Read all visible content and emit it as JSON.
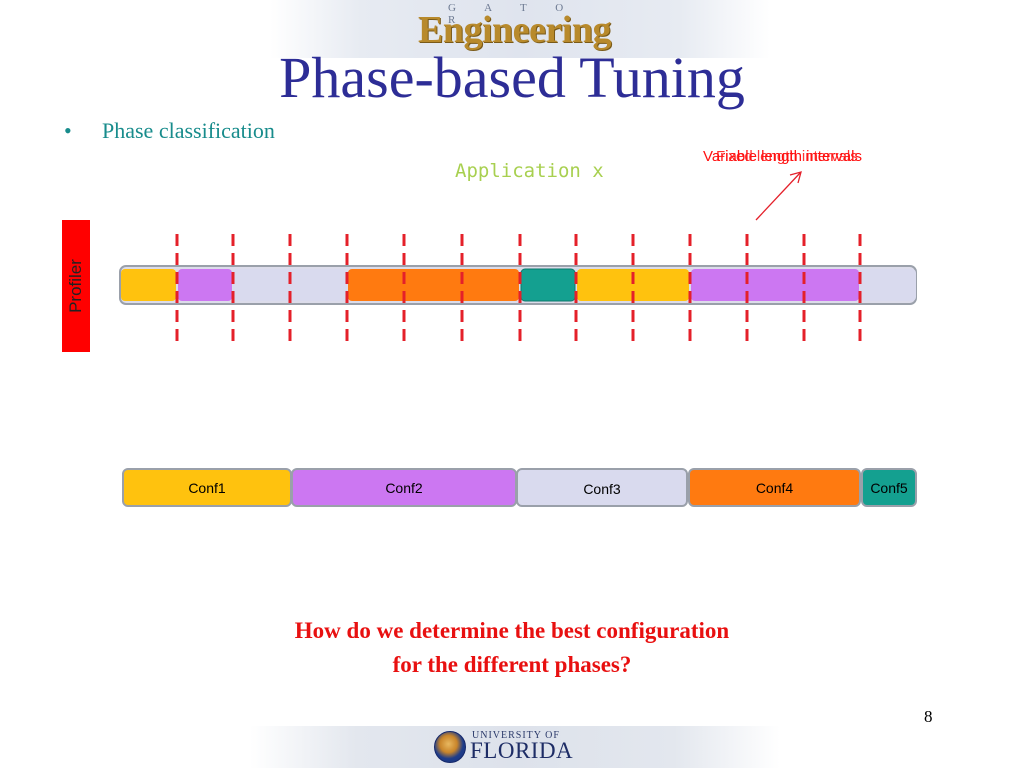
{
  "header": {
    "logo_small_text": "G A T O R",
    "logo_text": "Engineering",
    "title": "Phase-based Tuning"
  },
  "bullet": {
    "marker": "•",
    "text": "Phase classification"
  },
  "diagram": {
    "app_label": "Application x",
    "profiler_label": "Profiler",
    "interval_labels": [
      "Variable length intervals",
      "Fixed length intervals"
    ],
    "colors": {
      "yellow": "#ffc20e",
      "purple": "#cc77f2",
      "lavender": "#d9daee",
      "orange": "#ff7a10",
      "teal": "#14a090",
      "divider": "#e4202a",
      "arrow": "#e4202a",
      "border": "#9aa0aa"
    },
    "timeline_segments": [
      {
        "phase": "yellow"
      },
      {
        "phase": "purple"
      },
      {
        "phase": "lavender"
      },
      {
        "phase": "lavender"
      },
      {
        "phase": "orange"
      },
      {
        "phase": "orange"
      },
      {
        "phase": "teal"
      },
      {
        "phase": "yellow"
      },
      {
        "phase": "yellow"
      },
      {
        "phase": "purple"
      },
      {
        "phase": "purple"
      },
      {
        "phase": "purple"
      },
      {
        "phase": "lavender"
      }
    ],
    "configs": [
      {
        "label": "Conf1",
        "color": "yellow"
      },
      {
        "label": "Conf2",
        "color": "purple"
      },
      {
        "label": "Conf3",
        "color": "lavender"
      },
      {
        "label": "Conf4",
        "color": "orange"
      },
      {
        "label": "Conf5",
        "color": "teal"
      }
    ]
  },
  "question": {
    "line1": "How do we determine the best configuration",
    "line2": "for the different phases?"
  },
  "footer": {
    "page_number": "8",
    "logo_small_text": "UNIVERSITY OF",
    "logo_text": "FLORIDA"
  }
}
